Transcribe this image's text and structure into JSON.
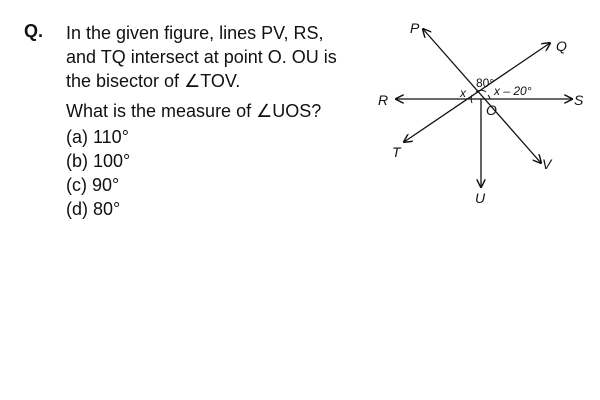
{
  "question": {
    "label": "Q.",
    "statement_lines": [
      "In the given figure, lines PV, RS,",
      "and TQ intersect at point O. OU is",
      "the bisector of ∠TOV."
    ],
    "ask": "What is the measure of ∠UOS?",
    "options": [
      "(a)  110°",
      "(b)  100°",
      "(c)  90°",
      "(d)  80°"
    ]
  },
  "figure": {
    "points": {
      "P": "P",
      "Q": "Q",
      "R": "R",
      "S": "S",
      "T": "T",
      "U": "U",
      "V": "V",
      "O": "O"
    },
    "angles": {
      "left": "x",
      "top": "80°",
      "right": "x – 20°"
    },
    "colors": {
      "ink": "#111111",
      "background": "#ffffff"
    }
  }
}
